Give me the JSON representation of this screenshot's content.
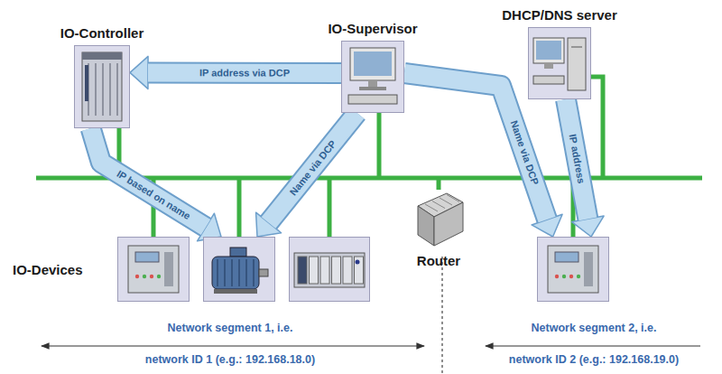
{
  "diagram": {
    "nodes": [
      {
        "text": [
          "IO-Controller"
        ]
      },
      {
        "text": [
          "IO-Supervisor"
        ]
      },
      {
        "text": [
          "DHCP/DNS server"
        ]
      },
      {
        "text": [
          "Router"
        ]
      },
      {
        "text": []
      },
      {
        "text": []
      },
      {
        "text": []
      },
      {
        "text": []
      }
    ],
    "edges": [
      {
        "from": 1,
        "to": 0,
        "label": "IP address via DCP",
        "arrow": "to"
      },
      {
        "from": 0,
        "to": 5,
        "label": "IP based on name",
        "arrow": "to"
      },
      {
        "from": 1,
        "to": 5,
        "label": "Name via DCP",
        "arrow": "to"
      },
      {
        "from": 1,
        "to": 7,
        "label": "Name via DCP",
        "arrow": "to"
      },
      {
        "from": 2,
        "to": 7,
        "label": "IP address",
        "arrow": "to"
      }
    ],
    "labels": [
      "IO-Devices",
      "Network segment 1, i.e.",
      "network ID 1 (e.g.: 192.168.18.0)",
      "Network segment 2, i.e.",
      "network ID 2 (e.g.: 192.168.19.0)"
    ]
  }
}
